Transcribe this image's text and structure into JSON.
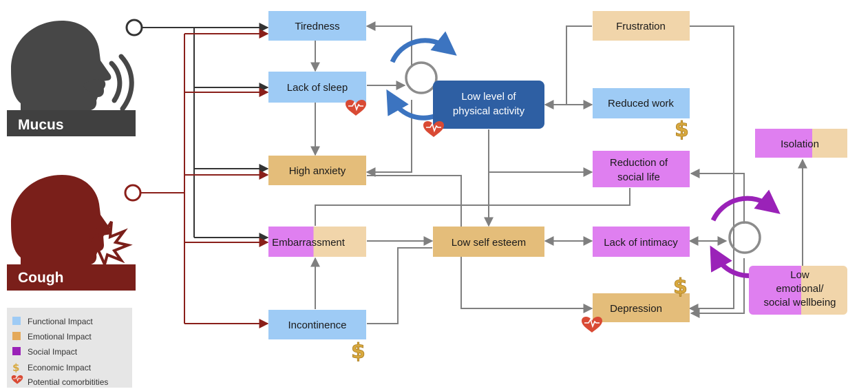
{
  "colors": {
    "functional": "#9ecbf5",
    "emotional": "#e4bd7a",
    "social": "#df7ff0",
    "economic": "#d8a93f",
    "comorbidity": "#d94a34",
    "mucus_panel": "#404040",
    "cough_panel": "#7a1f1a",
    "core_node": "#2e5fa3"
  },
  "panels": {
    "mucus": "Mucus",
    "cough": "Cough"
  },
  "nodes": {
    "tiredness": "Tiredness",
    "lack_of_sleep": "Lack of sleep",
    "high_anxiety": "High anxiety",
    "embarrassment": "Embarrassment",
    "incontinence": "Incontinence",
    "low_physical_line1": "Low level of",
    "low_physical_line2": "physical activity",
    "low_self_esteem": "Low self esteem",
    "frustration": "Frustration",
    "reduced_work": "Reduced work",
    "reduction_social_line1": "Reduction of",
    "reduction_social_line2": "social life",
    "lack_of_intimacy": "Lack of intimacy",
    "depression": "Depression",
    "isolation": "Isolation",
    "low_emotional_line1": "Low",
    "low_emotional_line2": "emotional/",
    "low_emotional_line3": "social wellbeing"
  },
  "legend": [
    {
      "label": "Functional Impact",
      "icon": "square-icon"
    },
    {
      "label": "Emotional Impact",
      "icon": "square-icon"
    },
    {
      "label": "Social Impact",
      "icon": "square-icon"
    },
    {
      "label": "Economic Impact",
      "icon": "dollar-icon"
    },
    {
      "label": "Potential comorbitities",
      "icon": "heart-icon"
    }
  ],
  "economic_symbol": "$"
}
